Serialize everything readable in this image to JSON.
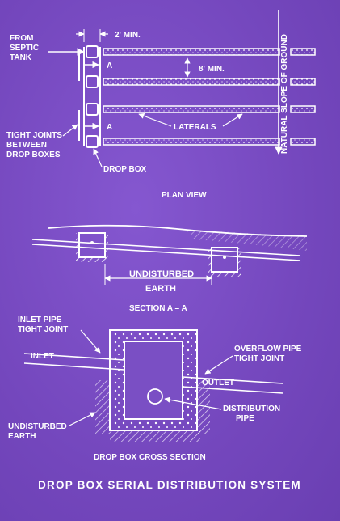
{
  "title": "DROP BOX SERIAL DISTRIBUTION SYSTEM",
  "plan_view": {
    "caption": "PLAN VIEW",
    "from_septic_line1": "FROM",
    "from_septic_line2": "SEPTIC",
    "from_septic_line3": "TANK",
    "dim_2ft": "2' MIN.",
    "dim_8ft": "8' MIN.",
    "section_mark_a": "A",
    "laterals": "LATERALS",
    "slope": "NATURAL SLOPE OF GROUND",
    "tight_joints_line1": "TIGHT JOINTS",
    "tight_joints_line2": "BETWEEN",
    "tight_joints_line3": "DROP BOXES",
    "drop_box": "DROP BOX"
  },
  "section_aa": {
    "caption": "SECTION A – A",
    "undisturbed_line1": "UNDISTURBED",
    "undisturbed_line2": "EARTH"
  },
  "cross_section": {
    "caption": "DROP BOX CROSS SECTION",
    "inlet_pipe_line1": "INLET PIPE",
    "inlet_pipe_line2": "TIGHT JOINT",
    "inlet": "INLET",
    "overflow_line1": "OVERFLOW PIPE",
    "overflow_line2": "TIGHT JOINT",
    "outlet": "OUTLET",
    "distribution_line1": "DISTRIBUTION",
    "distribution_line2": "PIPE",
    "undisturbed_line1": "UNDISTURBED",
    "undisturbed_line2": "EARTH"
  },
  "colors": {
    "background": "#7a4fc4",
    "ink": "#ffffff"
  }
}
